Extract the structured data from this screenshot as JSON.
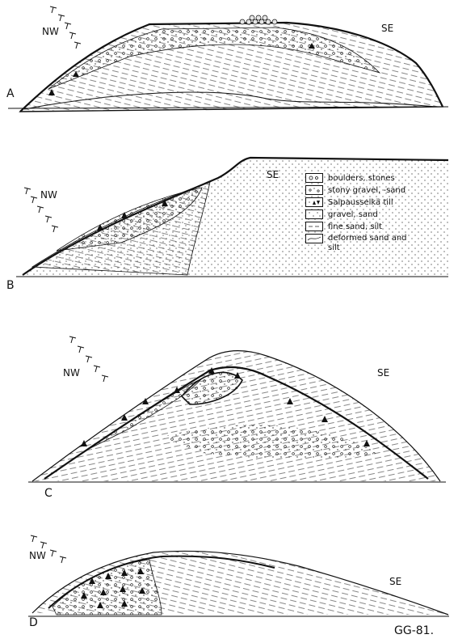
{
  "panels": [
    {
      "letter": "A",
      "nw": "NW",
      "se": "SE"
    },
    {
      "letter": "B",
      "nw": "NW",
      "se": "SE"
    },
    {
      "letter": "C",
      "nw": "NW",
      "se": "SE"
    },
    {
      "letter": "D",
      "nw": "NW",
      "se": "SE"
    }
  ],
  "legend": [
    {
      "label": "boulders, stones",
      "pattern": "boulders"
    },
    {
      "label": "stony gravel, -sand",
      "pattern": "stony-gravel"
    },
    {
      "label": "Salpausselkä till",
      "pattern": "till"
    },
    {
      "label": "gravel, sand",
      "pattern": "gravel-sand"
    },
    {
      "label": "fine sand, silt",
      "pattern": "fine-sand"
    },
    {
      "label": "deformed sand and silt",
      "pattern": "deformed"
    }
  ],
  "credit": "GG-81."
}
